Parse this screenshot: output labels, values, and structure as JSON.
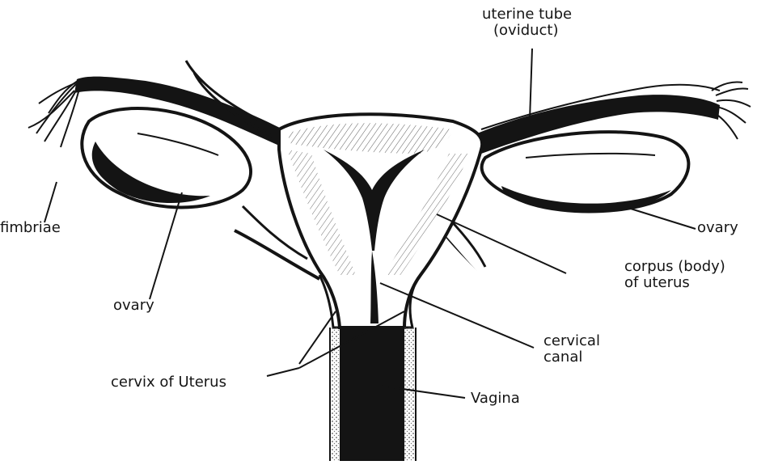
{
  "figure": {
    "subject": "female-reproductive-anatomy",
    "ink_color": "#141414",
    "paper_color": "#ffffff",
    "labels": {
      "uterine_tube_line1": "uterine tube",
      "uterine_tube_line2": "(oviduct)",
      "fimbriae": "fimbriae",
      "ovary_left": "ovary",
      "ovary_right": "ovary",
      "corpus_line1": "corpus (body)",
      "corpus_line2": "of uterus",
      "cervical_line1": "cervical",
      "cervical_line2": "canal",
      "cervix": "cervix of Uterus",
      "vagina": "Vagina"
    }
  }
}
